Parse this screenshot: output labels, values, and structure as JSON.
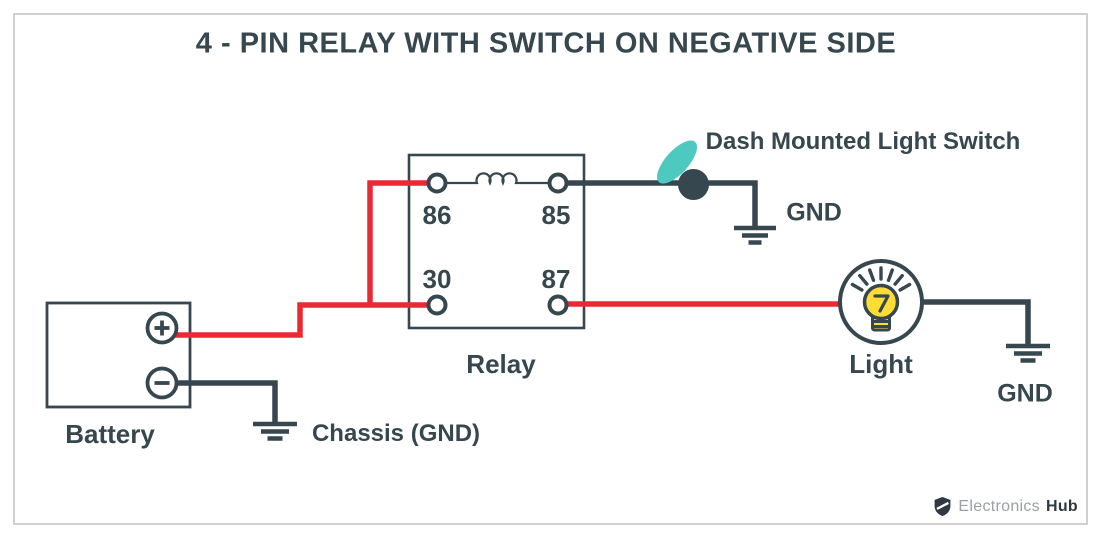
{
  "title": "4 - PIN RELAY WITH SWITCH ON NEGATIVE SIDE",
  "relay": {
    "label": "Relay",
    "pin_86": "86",
    "pin_85": "85",
    "pin_30": "30",
    "pin_87": "87"
  },
  "battery": {
    "label": "Battery",
    "positive_symbol": "+",
    "negative_symbol": "−"
  },
  "chassis": {
    "label": "Chassis (GND)"
  },
  "switch": {
    "label": "Dash Mounted Light Switch",
    "gnd_label": "GND"
  },
  "light": {
    "label": "Light",
    "gnd_label": "GND"
  },
  "logo": {
    "brand": "Electronics",
    "brand_bold": "Hub"
  },
  "icons": {
    "switch_lever": "toggle-lever-icon",
    "bulb": "light-bulb-icon",
    "ground": "ground-symbol-icon",
    "coil": "relay-coil-icon",
    "logo_shield": "shield-icon"
  },
  "colors": {
    "wire_positive_red": "#e92a35",
    "wire_dark_slate": "#37474f",
    "switch_lever_teal": "#4dc9c0",
    "bulb_yellow": "#ffdd33",
    "text": "#37474f",
    "frame_border": "#d0d0d0",
    "logo_gray": "#9aa0a6"
  }
}
